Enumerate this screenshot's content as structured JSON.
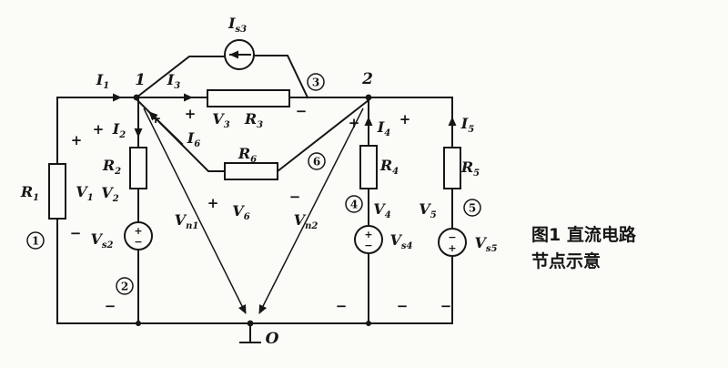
{
  "figure_caption": {
    "line1": "图1  直流电路",
    "line2": "节点示意"
  },
  "colors": {
    "ink": "#161616",
    "paper": "#fbfbf8"
  },
  "nodes": {
    "n1": "1",
    "n2": "2",
    "o": "O"
  },
  "branch_markers": {
    "b1": "1",
    "b2": "2",
    "b3": "3",
    "b4": "4",
    "b5": "5",
    "b6": "6"
  },
  "signs": {
    "plus": "+",
    "minus": "−"
  },
  "labels": {
    "is3": {
      "main": "I",
      "sub": "s3"
    },
    "i1": {
      "main": "I",
      "sub": "1"
    },
    "i2": {
      "main": "I",
      "sub": "2"
    },
    "i3": {
      "main": "I",
      "sub": "3"
    },
    "i4": {
      "main": "I",
      "sub": "4"
    },
    "i5": {
      "main": "I",
      "sub": "5"
    },
    "i6": {
      "main": "I",
      "sub": "6"
    },
    "r1": {
      "main": "R",
      "sub": "1"
    },
    "r2": {
      "main": "R",
      "sub": "2"
    },
    "r3": {
      "main": "R",
      "sub": "3"
    },
    "r4": {
      "main": "R",
      "sub": "4"
    },
    "r5": {
      "main": "R",
      "sub": "5"
    },
    "r6": {
      "main": "R",
      "sub": "6"
    },
    "v1": {
      "main": "V",
      "sub": "1"
    },
    "v2": {
      "main": "V",
      "sub": "2"
    },
    "v3": {
      "main": "V",
      "sub": "3"
    },
    "v4": {
      "main": "V",
      "sub": "4"
    },
    "v5": {
      "main": "V",
      "sub": "5"
    },
    "v6": {
      "main": "V",
      "sub": "6"
    },
    "vs2": {
      "main": "V",
      "sub": "s2"
    },
    "vs4": {
      "main": "V",
      "sub": "s4"
    },
    "vs5": {
      "main": "V",
      "sub": "s5"
    },
    "vn1": {
      "main": "V",
      "sub": "n1"
    },
    "vn2": {
      "main": "V",
      "sub": "n2"
    }
  }
}
